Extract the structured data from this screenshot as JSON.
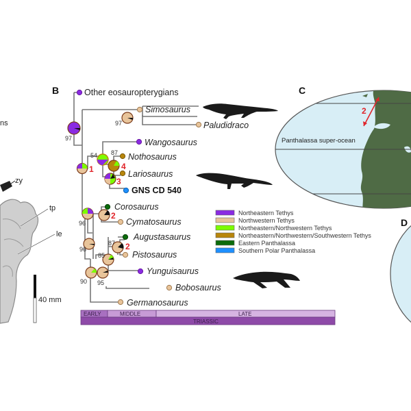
{
  "panels": {
    "a": {
      "partial_label": "ns",
      "annotations": [
        "zy",
        "tp",
        "le"
      ],
      "scale_bar": "40 mm"
    },
    "b": {
      "letter": "B"
    },
    "c": {
      "letter": "C",
      "ocean_label": "Panthalassa super-ocean",
      "event_label": "2"
    },
    "d": {
      "letter": "D"
    }
  },
  "tree": {
    "taxa": [
      {
        "name": "Other eosauropterygians",
        "style": "plain",
        "region": "northeastern_tethys"
      },
      {
        "name": "Simosaurus",
        "style": "italic",
        "region": "northwestern_tethys"
      },
      {
        "name": "Paludidraco",
        "style": "italic",
        "region": "northwestern_tethys"
      },
      {
        "name": "Wangosaurus",
        "style": "italic",
        "region": "northeastern_tethys"
      },
      {
        "name": "Nothosaurus",
        "style": "italic",
        "region": "ne_nw_sw_tethys"
      },
      {
        "name": "Lariosaurus",
        "style": "italic",
        "region": "ne_nw_sw_tethys"
      },
      {
        "name": "GNS CD 540",
        "style": "bold",
        "region": "southern_polar_panthalassa"
      },
      {
        "name": "Corosaurus",
        "style": "italic",
        "region": "eastern_panthalassa"
      },
      {
        "name": "Cymatosaurus",
        "style": "italic",
        "region": "northwestern_tethys"
      },
      {
        "name": "Augustasaurus",
        "style": "italic",
        "region": "eastern_panthalassa"
      },
      {
        "name": "Pistosaurus",
        "style": "italic",
        "region": "northwestern_tethys"
      },
      {
        "name": "Yunguisaurus",
        "style": "italic",
        "region": "northeastern_tethys"
      },
      {
        "name": "Bobosaurus",
        "style": "italic",
        "region": "northwestern_tethys"
      },
      {
        "name": "Germanosaurus",
        "style": "italic",
        "region": "northwestern_tethys"
      }
    ],
    "support_values": [
      "97",
      "97",
      "54",
      "87",
      "96",
      "96",
      "87",
      "85",
      "90",
      "95"
    ],
    "dispersal_events": [
      "1",
      "4",
      "3",
      "2",
      "2"
    ]
  },
  "legend": {
    "items": [
      {
        "label": "Northeastern Tethys",
        "color": "#8a2be2"
      },
      {
        "label": "Northwestern Tethys",
        "color": "#e8c49a"
      },
      {
        "label": "Northeastern/Northwestern Tethys",
        "color": "#7cfc00"
      },
      {
        "label": "Northeastern/Northwestern/Southwestern Tethys",
        "color": "#b8860b"
      },
      {
        "label": "Eastern Panthalassa",
        "color": "#0b6b0b"
      },
      {
        "label": "Southern Polar Panthalassa",
        "color": "#1e90ff"
      }
    ]
  },
  "timescale": {
    "epochs": [
      "EARLY",
      "MIDDLE",
      "LATE"
    ],
    "period": "TRIASSIC"
  },
  "colors": {
    "ocean": "#d8eef6",
    "land": "#4f6b45",
    "event_red": "#e0242a",
    "period_bar": "#8e4aa8",
    "epoch_bar": "#c79bd6"
  }
}
